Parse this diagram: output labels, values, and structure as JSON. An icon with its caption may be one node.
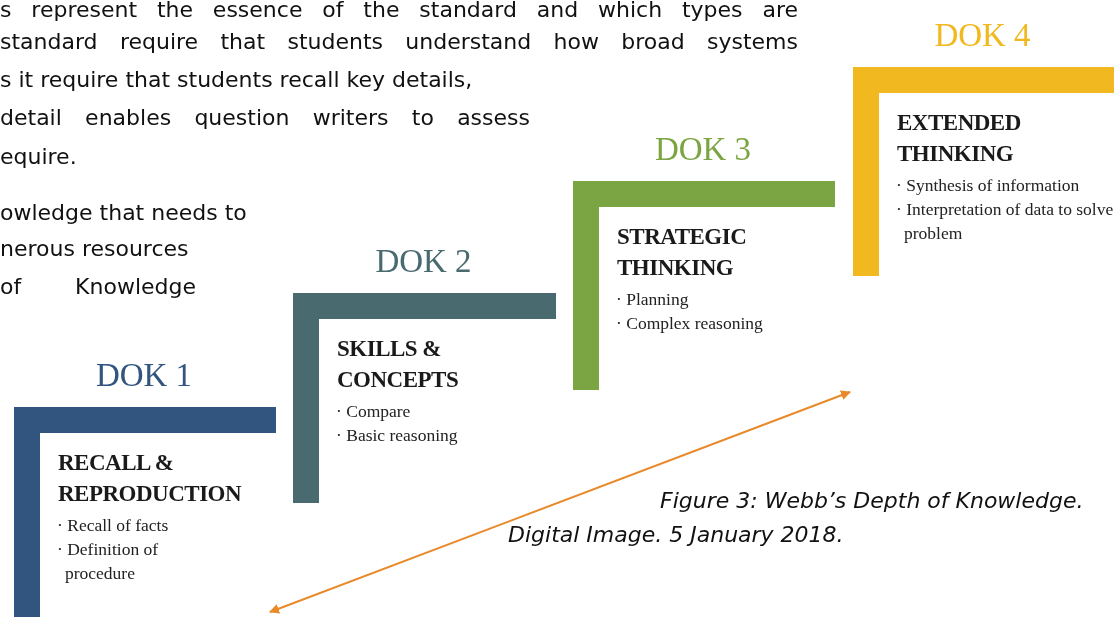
{
  "diagram": {
    "caption": "Figure 3: Webb’s Depth of Knowledge. Digital Image. 5 January 2018.",
    "nodes": [
      {
        "text": [
          "DOK 1",
          "RECALL & REPRODUCTION",
          "· Recall of facts",
          "· Definition of procedure"
        ]
      },
      {
        "text": [
          "DOK 2",
          "SKILLS & CONCEPTS",
          "· Compare",
          "· Basic reasoning"
        ]
      },
      {
        "text": [
          "DOK 3",
          "STRATEGIC THINKING",
          "· Planning",
          "· Complex reasoning"
        ]
      },
      {
        "text": [
          "DOK 4",
          "EXTENDED THINKING",
          "· Synthesis of information",
          "· Interpretation of data to solve problem"
        ]
      }
    ],
    "labels": [
      "s represent the essence of the standard and which types are",
      "standard require that students understand how broad systems",
      "s it require that students recall key details,",
      "detail enables question writers to assess",
      "equire.",
      "owledge that needs to",
      "nerous resources",
      "of Knowledge"
    ]
  }
}
